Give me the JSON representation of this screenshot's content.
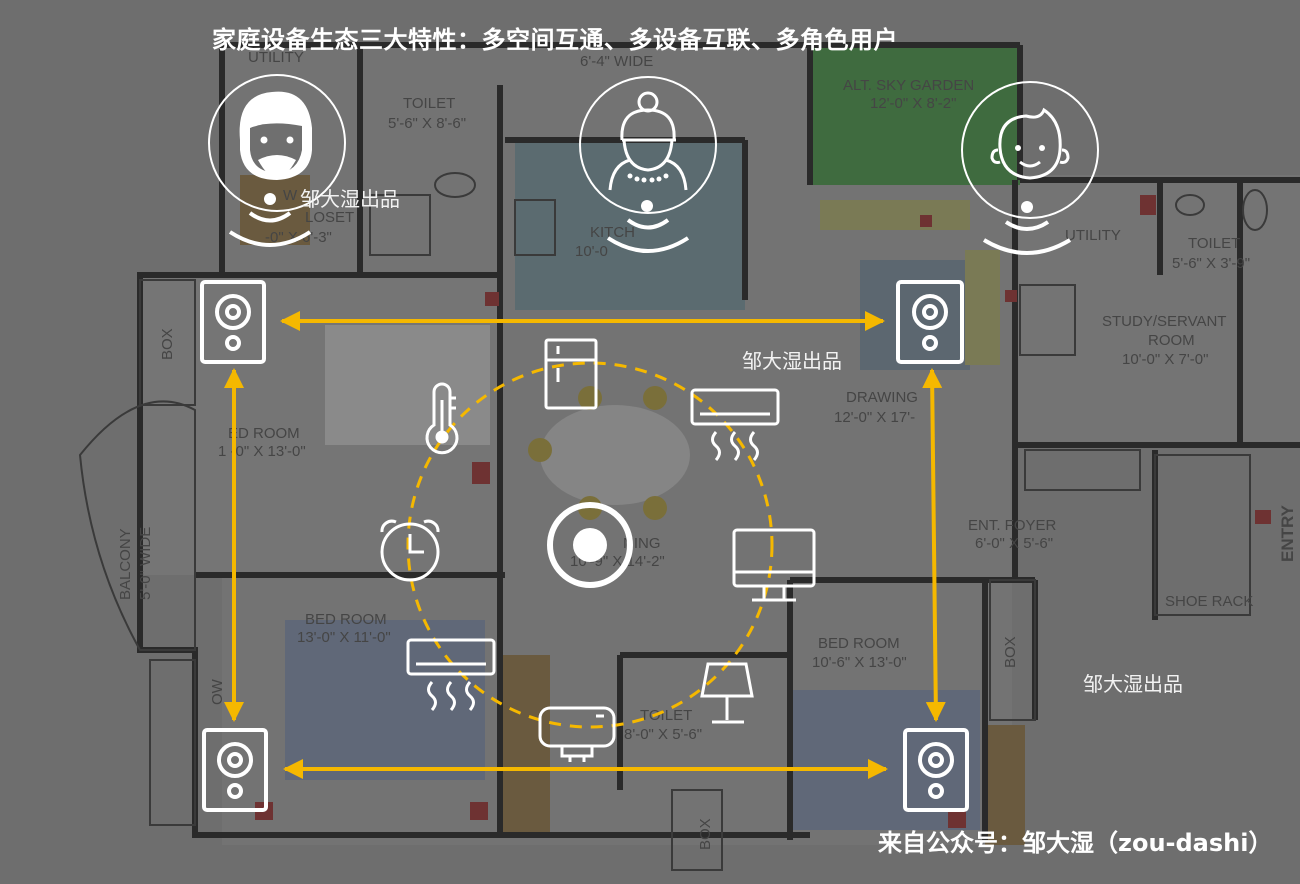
{
  "title": "家庭设备生态三大特性：多空间互通、多设备互联、多角色用户",
  "source": "来自公众号：邹大湿（zou-dashi）",
  "watermarks": [
    "邹大湿出品",
    "邹大湿出品",
    "邹大湿出品"
  ],
  "floorplan_labels": [
    "UTILITY",
    "6'-4\" WIDE",
    "TOILET",
    "5'-6\" X 8'-6\"",
    "ALT. SKY GARDEN",
    "12'-0\" X 8'-2\"",
    "W",
    "LOSET",
    "-0\" X 6'-3\"",
    "KITCH",
    "10'-0",
    "UTILITY",
    "TOILET",
    "5'-6\" X 3'-9\"",
    "STUDY/SERVANT",
    "ROOM",
    "10'-0\" X 7'-0\"",
    "BOX",
    "DRAWING",
    "12'-0\" X 17'-",
    "ED ROOM",
    "1  -0\" X 13'-0\"",
    "ENT. FOYER",
    "6'-0\" X 5'-6\"",
    "ENTRY",
    "BALCONY",
    "5'-0\" WIDE",
    "NING",
    "10'-9\" X 14'-2\"",
    "BED ROOM",
    "13'-0\" X 11'-0\"",
    "SHOE RACK",
    "BED ROOM",
    "10'-6\" X 13'-0\"",
    "BOX",
    "OW",
    "TOILET",
    "8'-0\" X 5'-6\"",
    "BOX"
  ],
  "users": [
    {
      "name": "man-avatar-icon"
    },
    {
      "name": "woman-avatar-icon"
    },
    {
      "name": "child-avatar-icon"
    }
  ],
  "speakers": [
    "speaker-top-left-icon",
    "speaker-top-right-icon",
    "speaker-bottom-left-icon",
    "speaker-bottom-right-icon"
  ],
  "devices": [
    "refrigerator-icon",
    "air-conditioner-icon",
    "thermometer-icon",
    "monitor-icon",
    "alarm-clock-icon",
    "air-conditioner-icon",
    "water-heater-icon",
    "lamp-icon",
    "robot-vacuum-icon"
  ],
  "colors": {
    "accent": "#F5B800",
    "overlay": "#6f6f6f",
    "icon": "#ffffff"
  }
}
